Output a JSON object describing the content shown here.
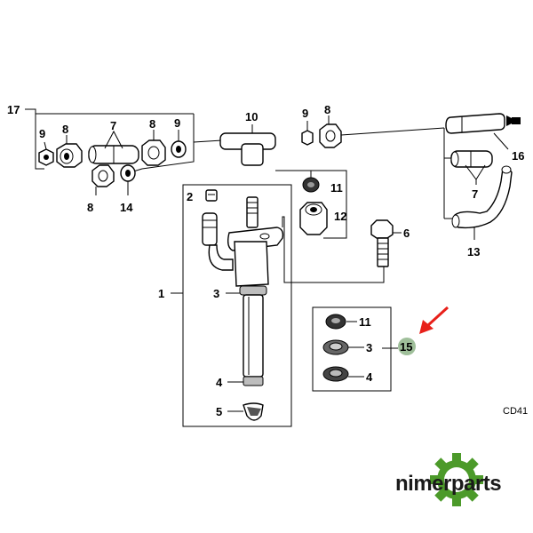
{
  "diagram": {
    "code_label": "CD41",
    "callouts": {
      "c17": "17",
      "c9a": "9",
      "c8a": "8",
      "c7a": "7",
      "c8b": "8",
      "c9b": "9",
      "c8c": "8",
      "c14": "14",
      "c10": "10",
      "c9c": "9",
      "c8d": "8",
      "c16": "16",
      "c7b": "7",
      "c13": "13",
      "c2": "2",
      "c11a": "11",
      "c12": "12",
      "c6": "6",
      "c1": "1",
      "c3a": "3",
      "c4a": "4",
      "c5": "5",
      "c11b": "11",
      "c3b": "3",
      "c4b": "4",
      "c15": "15"
    },
    "highlight_color": "#9fbf9a",
    "arrow_color": "#e8201a"
  },
  "logo": {
    "text": "nimerparts",
    "gear_color": "#4c9a2a",
    "icon": "gear-icon"
  }
}
